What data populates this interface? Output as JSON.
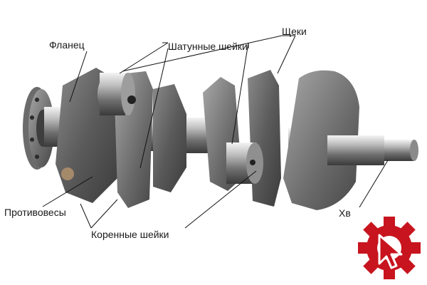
{
  "labels": {
    "flange": "Фланец",
    "crankpins": "Шатунные шейки",
    "cheeks": "Щеки",
    "counterweights": "Противовесы",
    "main_journals": "Коренные шейки",
    "shank": "Хв"
  },
  "colors": {
    "metal_dark": "#4a4a4a",
    "metal_mid": "#7d7d7d",
    "metal_light": "#c9c9c9",
    "leader_line": "#111111",
    "logo_red": "#c8141e",
    "logo_white": "#ffffff"
  },
  "logo": {
    "icon": "gear-cursor-logo"
  }
}
